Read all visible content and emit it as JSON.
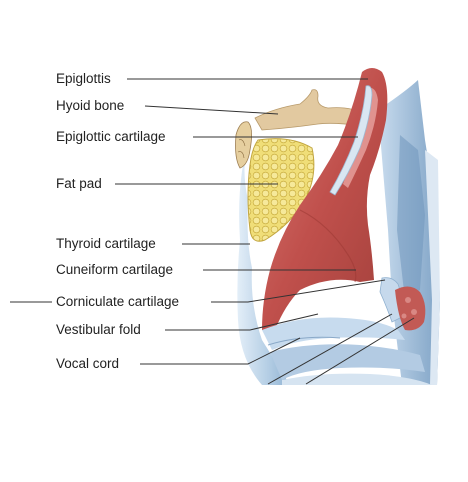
{
  "labels": {
    "epiglottis": "Epiglottis",
    "hyoid_bone": "Hyoid bone",
    "epiglottic_cartilage": "Epiglottic cartilage",
    "fat_pad": "Fat pad",
    "thyroid_cartilage": "Thyroid cartilage",
    "cuneiform_cartilage": "Cuneiform cartilage",
    "corniculate_cartilage": "Corniculate cartilage",
    "vestibular_fold": "Vestibular fold",
    "vocal_cord": "Vocal cord"
  },
  "colors": {
    "mucosa": "#c0504c",
    "mucosa_dark": "#9e3a36",
    "cartilage": "#aac6e0",
    "cartilage_light": "#d3e3f1",
    "fat": "#ecd76a",
    "bone": "#e2c9a0",
    "leader": "#333333"
  }
}
